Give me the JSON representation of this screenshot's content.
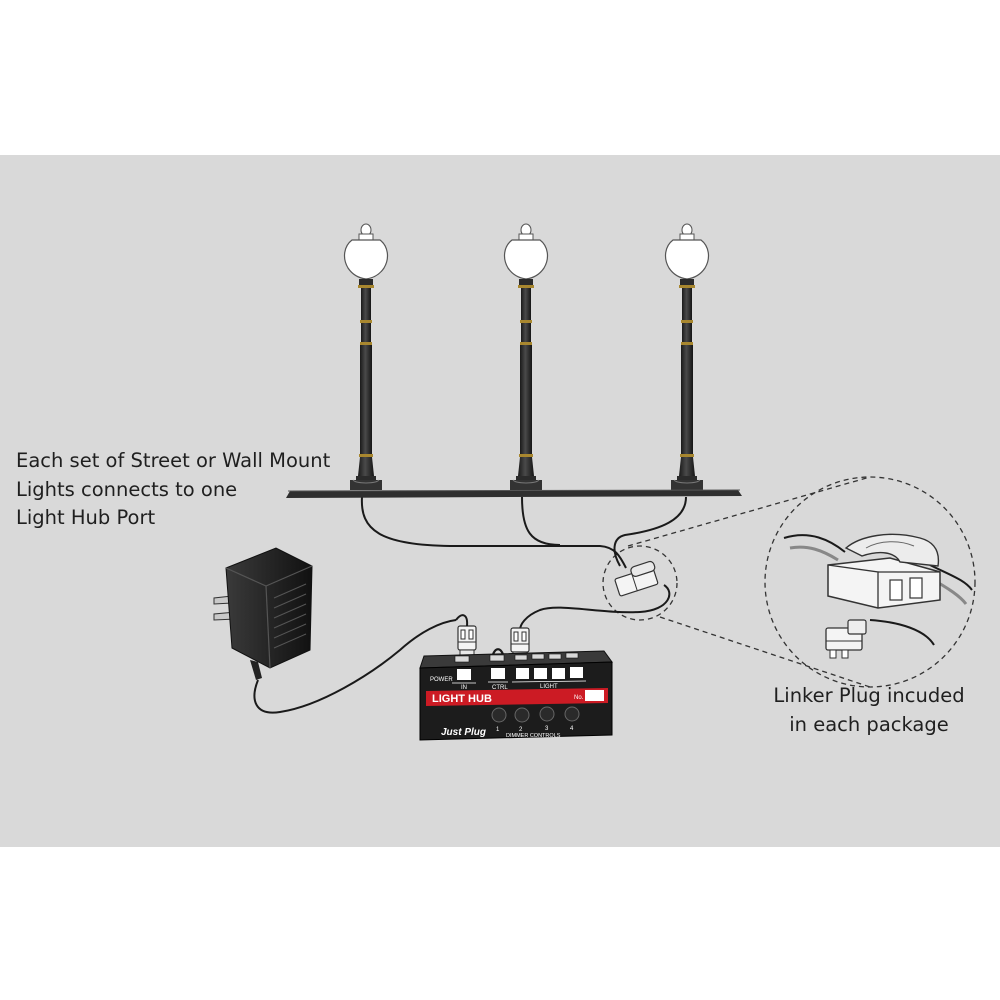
{
  "captions": {
    "lamp_connection": {
      "line1": "Each set of Street or Wall Mount",
      "line2": "Lights connects to one",
      "line3": "Light Hub Port"
    },
    "linker_plug": {
      "line1": "Linker Plug incuded",
      "line2": "in each package"
    }
  },
  "hub": {
    "power_label": "POWER",
    "in_label": "IN",
    "ctrl_label": "CTRL",
    "light_label": "LIGHT",
    "title": "LIGHT HUB",
    "no_label": "No.",
    "dimmer_numbers": [
      "1",
      "2",
      "3",
      "4"
    ],
    "dimmer_label": "DIMMER CONTROLS",
    "brand": "Just Plug"
  },
  "colors": {
    "background": "#ffffff",
    "panel": "#d9d9d9",
    "hub_body": "#1c1c1c",
    "hub_title_band": "#cc1b24",
    "lamp_post": "#2b2b2b",
    "lamp_bands": "#a8872f",
    "lamp_globe": "#ffffff",
    "wire": "#1a1a1a",
    "plug_white": "#f4f4f4"
  },
  "icons": [
    "street-lamp-icon",
    "power-adapter-icon",
    "light-hub-icon",
    "linker-plug-icon",
    "connector-plug-icon",
    "dimmer-knob-icon"
  ]
}
